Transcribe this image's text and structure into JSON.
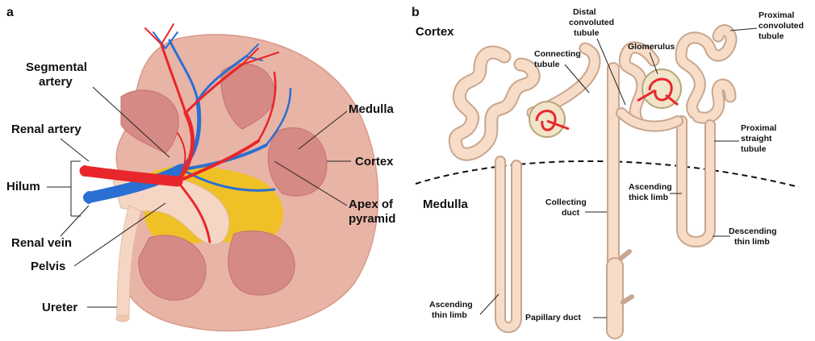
{
  "panel_a": {
    "letter": "a",
    "labels": {
      "segmental_artery": [
        "Segmental",
        "artery"
      ],
      "renal_artery": "Renal artery",
      "hilum": "Hilum",
      "renal_vein": "Renal vein",
      "pelvis": "Pelvis",
      "ureter": "Ureter",
      "medulla": "Medulla",
      "cortex": "Cortex",
      "apex_of_pyramid": [
        "Apex of",
        "pyramid"
      ]
    }
  },
  "panel_b": {
    "letter": "b",
    "zones": {
      "cortex": "Cortex",
      "medulla": "Medulla"
    },
    "labels": {
      "distal_convoluted_tubule": [
        "Distal",
        "convoluted",
        "tubule"
      ],
      "proximal_convoluted_tubule": [
        "Proximal",
        "convoluted",
        "tubule"
      ],
      "connecting_tubule": [
        "Connecting",
        "tubule"
      ],
      "glomerulus": "Glomerulus",
      "proximal_straight_tubule": [
        "Proximal",
        "straight",
        "tubule"
      ],
      "ascending_thick_limb": [
        "Ascending",
        "thick limb"
      ],
      "collecting_duct": [
        "Collecting",
        "duct"
      ],
      "descending_thin_limb": [
        "Descending",
        "thin limb"
      ],
      "ascending_thin_limb": [
        "Ascending",
        "thin limb"
      ],
      "papillary_duct": "Papillary duct"
    }
  },
  "colors": {
    "artery": "#e8262b",
    "vein": "#2a6fd1",
    "cortex_fill": "#e8b4a6",
    "medulla_pyramid": "#d58a86",
    "pelvis": "#f5d6c4",
    "fat": "#f0c21a",
    "tubule_fill": "#f7dcc8",
    "tubule_stroke": "#c9a68e"
  }
}
